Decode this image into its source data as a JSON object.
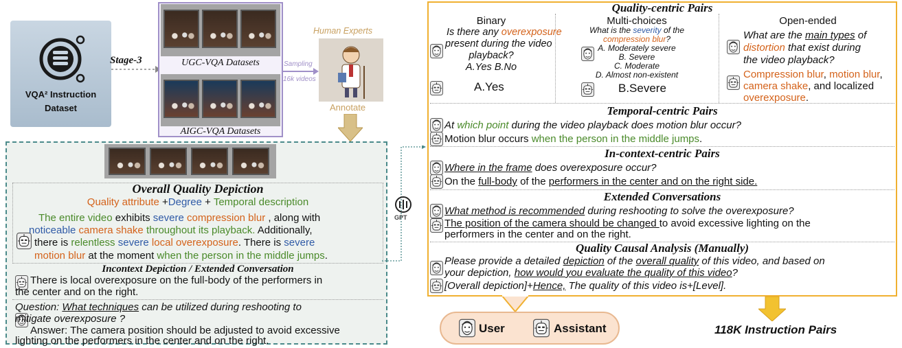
{
  "dataset_box": {
    "line1": "VQA² Instruction",
    "line2": "Dataset"
  },
  "stage_label": "Stage-3",
  "datasets": {
    "ugc": "UGC-VQA Datasets",
    "aigc": "AIGC-VQA Datasets"
  },
  "sampling": {
    "line1": "Sampling",
    "line2": "16k videos"
  },
  "experts": {
    "title": "Human Experts",
    "annotate": "Annotate"
  },
  "gpt_label": "GPT",
  "left_panel": {
    "overall_title": "Overall Quality Depiction",
    "formula": {
      "a": "Quality attribute",
      "p1": " +",
      "b": "Degree",
      "p2": " + ",
      "c": "Temporal description"
    },
    "desc": [
      [
        {
          "t": "The entire video",
          "c": "g"
        },
        {
          "t": " exhibits "
        },
        {
          "t": "severe",
          "c": "b"
        },
        {
          "t": " compression blur",
          "c": "o"
        },
        {
          "t": " , along with"
        }
      ],
      [
        {
          "t": "noticeable",
          "c": "b"
        },
        {
          "t": " camera shake",
          "c": "o"
        },
        {
          "t": " throughout its playback.",
          "c": "g"
        },
        {
          "t": " Additionally,"
        }
      ],
      [
        {
          "t": "there is "
        },
        {
          "t": "relentless",
          "c": "g"
        },
        {
          "t": " severe",
          "c": "b"
        },
        {
          "t": " local overexposure",
          "c": "o"
        },
        {
          "t": ". There is "
        },
        {
          "t": "severe",
          "c": "b"
        }
      ],
      [
        {
          "t": "motion blur",
          "c": "o"
        },
        {
          "t": " at the moment "
        },
        {
          "t": "when the person in the middle jumps",
          "c": "g"
        },
        {
          "t": "."
        }
      ]
    ],
    "incontext_title": "Incontext Depiction / Extended Conversation",
    "incontext_text": [
      "There is local overexposure on the full-body of the performers in",
      "the center and on the right."
    ],
    "question_prefix": "Question: ",
    "question_u": "What techniques",
    "question_rest": " can be utilized during reshooting to",
    "question_line2": "mitigate overexposure ?",
    "answer": [
      "Answer: The camera position should be adjusted to avoid excessive",
      "lighting on the performers in the center and on the right."
    ]
  },
  "right_panel": {
    "qc_title": "Quality-centric Pairs",
    "binary": {
      "title": "Binary",
      "q": [
        [
          {
            "t": "Is there any "
          },
          {
            "t": "overexposure",
            "c": "o"
          }
        ],
        [
          {
            "t": "present during the video"
          }
        ],
        [
          {
            "t": "playback?"
          }
        ],
        [
          {
            "t": "A.Yes B.No"
          }
        ]
      ],
      "a": "A.Yes"
    },
    "multi": {
      "title": "Multi-choices",
      "q": [
        [
          {
            "t": "What is the "
          },
          {
            "t": "severity",
            "c": "b"
          },
          {
            "t": " of the"
          }
        ],
        [
          {
            "t": "compression blur",
            "c": "o"
          },
          {
            "t": "?"
          }
        ],
        [
          {
            "t": "A. Moderately severe"
          }
        ],
        [
          {
            "t": "B. Severe"
          }
        ],
        [
          {
            "t": "C. Moderate"
          }
        ],
        [
          {
            "t": "D. Almost non-existent"
          }
        ]
      ],
      "a": "B.Severe"
    },
    "open": {
      "title": "Open-ended",
      "q": [
        [
          {
            "t": "What are the "
          },
          {
            "t": "main types",
            "c": "u"
          },
          {
            "t": " of"
          }
        ],
        [
          {
            "t": "distortion",
            "c": "o"
          },
          {
            "t": " that exist during"
          }
        ],
        [
          {
            "t": "the video playback?"
          }
        ]
      ],
      "a": [
        [
          {
            "t": "Compression blur",
            "c": "o"
          },
          {
            "t": ", "
          },
          {
            "t": "motion blur",
            "c": "o"
          },
          {
            "t": ","
          }
        ],
        [
          {
            "t": "camera shake",
            "c": "o"
          },
          {
            "t": ", and localized"
          }
        ],
        [
          {
            "t": "overexposure",
            "c": "o"
          },
          {
            "t": "."
          }
        ]
      ]
    },
    "temporal_title": "Temporal-centric Pairs",
    "temporal_q": [
      {
        "t": "At "
      },
      {
        "t": "which point",
        "c": "g"
      },
      {
        "t": " during the video playback does motion blur occur?"
      }
    ],
    "temporal_a": [
      {
        "t": "Motion blur occurs "
      },
      {
        "t": "when the person in the middle jumps",
        "c": "g"
      },
      {
        "t": "."
      }
    ],
    "incontext_title": "In-context-centric Pairs",
    "incontext_q": [
      {
        "t": "Where in the frame",
        "c": "u"
      },
      {
        "t": " does overexposure occur?"
      }
    ],
    "incontext_a": [
      {
        "t": "On the "
      },
      {
        "t": "full-body",
        "c": "u"
      },
      {
        "t": " of the "
      },
      {
        "t": "performers in the center and on the right side.",
        "c": "u"
      }
    ],
    "extended_title": "Extended Conversations",
    "extended_q": [
      {
        "t": "What method is recommended",
        "c": "u"
      },
      {
        "t": " during reshooting to solve the overexposure?"
      }
    ],
    "extended_a1": [
      {
        "t": "The position of the camera should be changed ",
        "c": "u"
      },
      {
        "t": "to avoid excessive lighting on the"
      }
    ],
    "extended_a2": [
      {
        "t": "performers in the center and on the right."
      }
    ],
    "causal_title": "Quality Causal Analysis (Manually)",
    "causal_q1": [
      {
        "t": "Please provide a detailed "
      },
      {
        "t": "depiction",
        "c": "u"
      },
      {
        "t": " of the "
      },
      {
        "t": "overall quality",
        "c": "u"
      },
      {
        "t": " of this video, and based on"
      }
    ],
    "causal_q2": [
      {
        "t": "your depiction, "
      },
      {
        "t": "how would you evaluate the quality of this video",
        "c": "u"
      },
      {
        "t": "?"
      }
    ],
    "causal_a": [
      {
        "t": "[Overall depiction]+"
      },
      {
        "t": "Hence,",
        "c": "u"
      },
      {
        "t": " The quality of this video is+[Level]."
      }
    ]
  },
  "legend": {
    "user": "User",
    "assistant": "Assistant"
  },
  "result": "118K Instruction Pairs",
  "colors": {
    "orange": "#d4621a",
    "blue": "#2f5aa6",
    "green": "#4a8a2a",
    "panel_border": "#f0b030",
    "dash_border": "#4a8a8a",
    "film": "#a090c8"
  }
}
